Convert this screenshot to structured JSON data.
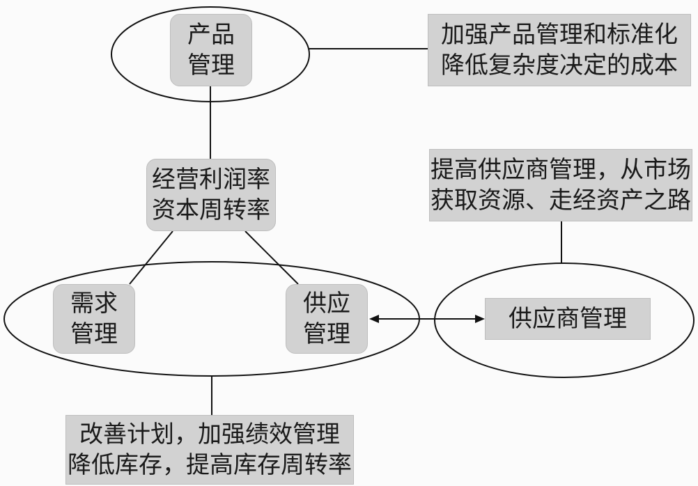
{
  "nodes": {
    "product_mgmt": {
      "lines": [
        "产品",
        "管理"
      ]
    },
    "product_note": {
      "lines": [
        "加强产品管理和标准化",
        "降低复杂度决定的成本"
      ]
    },
    "kpi": {
      "lines": [
        "经营利润率",
        "资本周转率"
      ]
    },
    "supplier_note": {
      "lines": [
        "提高供应商管理，从市场",
        "获取资源、走经资产之路"
      ]
    },
    "demand_mgmt": {
      "lines": [
        "需求",
        "管理"
      ]
    },
    "supply_mgmt": {
      "lines": [
        "供应",
        "管理"
      ]
    },
    "supplier_mgmt": {
      "lines": [
        "供应商管理"
      ]
    },
    "supply_note": {
      "lines": [
        "改善计划，加强绩效管理",
        "降低库存，提高库存周转率"
      ]
    }
  }
}
